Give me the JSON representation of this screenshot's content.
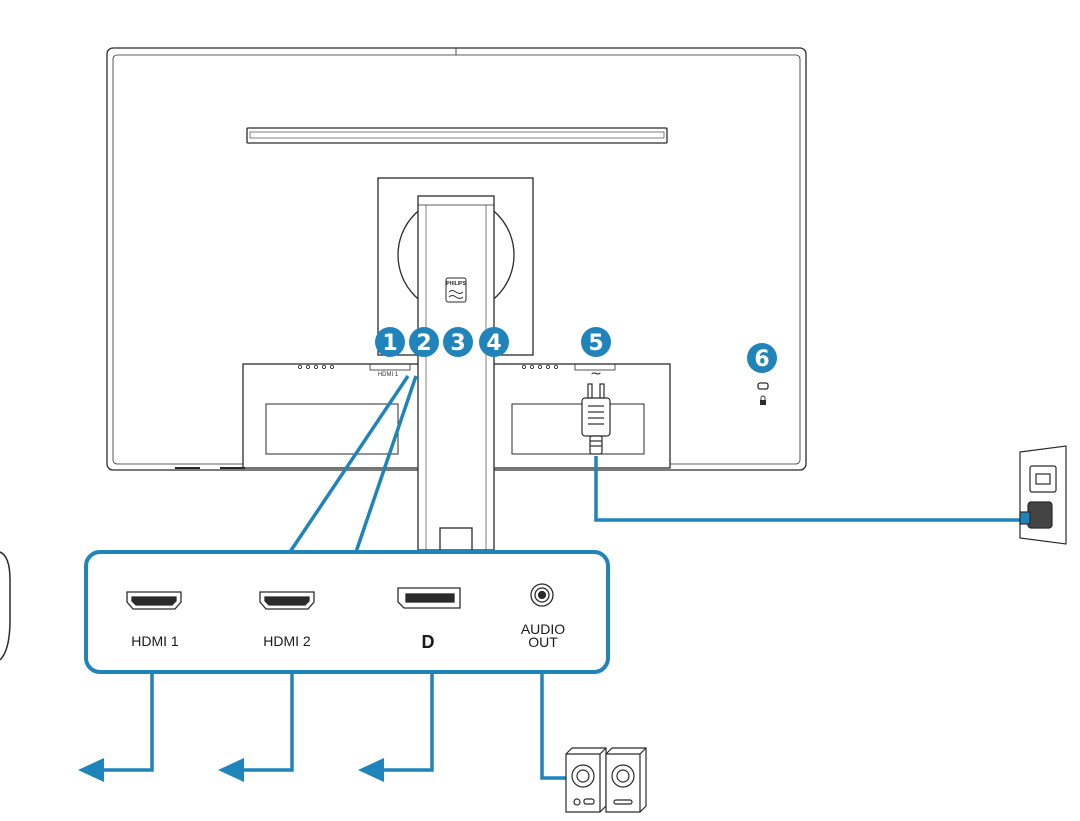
{
  "colors": {
    "accent": "#1f84ba",
    "line": "#2b2b2b",
    "background": "#ffffff"
  },
  "callouts": [
    {
      "number": "1"
    },
    {
      "number": "2"
    },
    {
      "number": "3"
    },
    {
      "number": "4"
    },
    {
      "number": "5"
    },
    {
      "number": "6"
    }
  ],
  "monitor": {
    "logo_text": "PHILIPS",
    "port_silk": "HDMI 1",
    "power_symbol": "~"
  },
  "ports": [
    {
      "label": "HDMI 1",
      "icon": "hdmi-port-icon"
    },
    {
      "label": "HDMI 2",
      "icon": "hdmi-port-icon"
    },
    {
      "label": "D",
      "icon": "displayport-icon"
    },
    {
      "label_line1": "AUDIO",
      "label_line2": "OUT",
      "icon": "audio-jack-icon"
    }
  ],
  "peripherals": {
    "speakers": "speakers-icon",
    "wall_outlet": "wall-outlet-icon",
    "power_plug": "power-plug-icon"
  }
}
